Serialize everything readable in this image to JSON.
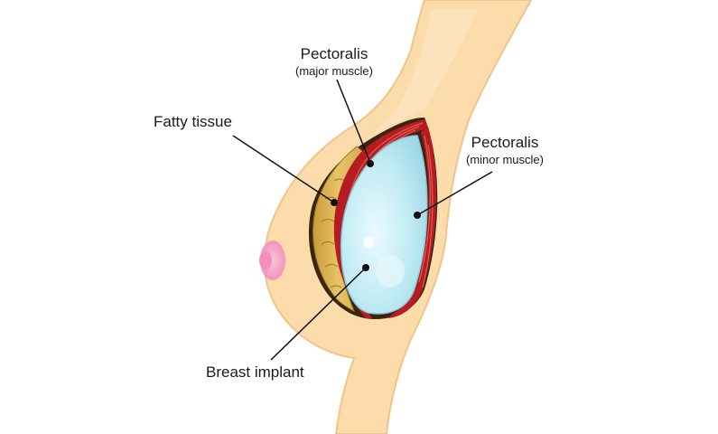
{
  "labels": {
    "pectoralis_major": {
      "title": "Pectoralis",
      "subtitle": "(major muscle)"
    },
    "pectoralis_minor": {
      "title": "Pectoralis",
      "subtitle": "(minor muscle)"
    },
    "fatty_tissue": {
      "title": "Fatty tissue"
    },
    "breast_implant": {
      "title": "Breast implant"
    }
  },
  "colors": {
    "skin": "#fbdcaa",
    "skin_shade": "#f2c58a",
    "nipple": "#f6a8c8",
    "cavity_dark": "#3b2410",
    "fat": "#e3c060",
    "fat_line": "#9a7a2a",
    "muscle": "#b51d23",
    "muscle_light": "#e25a4f",
    "implant": "#bfeaf3",
    "implant_edge": "#86c9dc",
    "leader": "#111111"
  }
}
